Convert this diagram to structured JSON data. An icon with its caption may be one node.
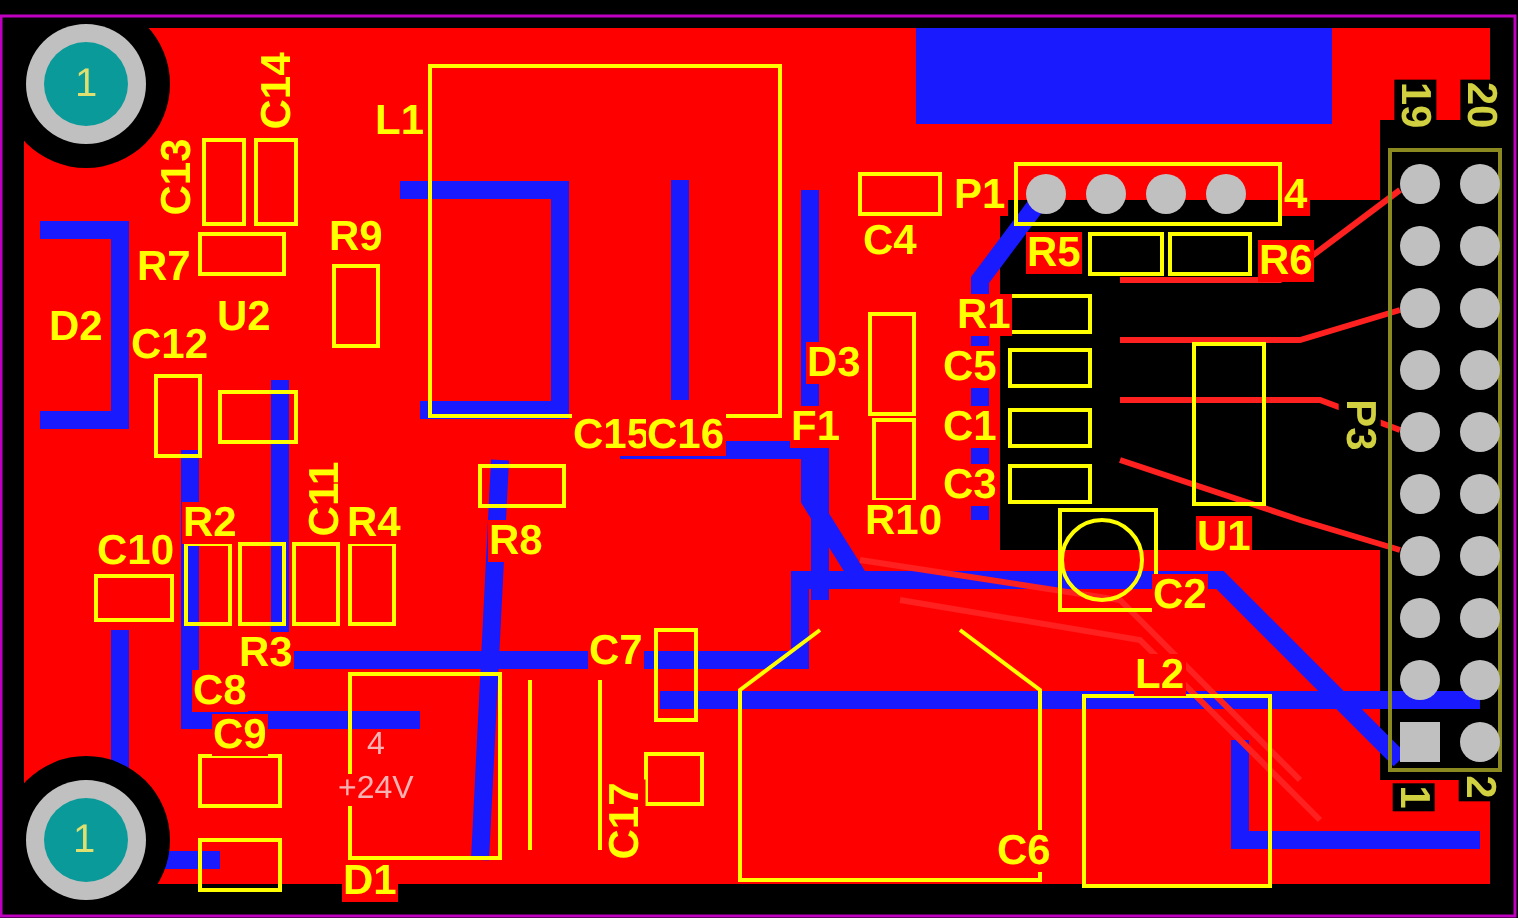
{
  "diagram": {
    "labels": [
      "1",
      "C14",
      "L1",
      "19",
      "20",
      "C13",
      "P1",
      "4",
      "R7",
      "R9",
      "C4",
      "R5",
      "R6",
      "D2",
      "U2",
      "R1",
      "C12",
      "D3",
      "C5",
      "C15",
      "C16",
      "F1",
      "C1",
      "P3",
      "C11",
      "C3",
      "R2",
      "R4",
      "R10",
      "C10",
      "R8",
      "U1",
      "C2",
      "R3",
      "C7",
      "L2",
      "C8",
      "C9",
      "4",
      "+24V",
      "1",
      "2",
      "1",
      "C17",
      "C6",
      "D1"
    ]
  }
}
